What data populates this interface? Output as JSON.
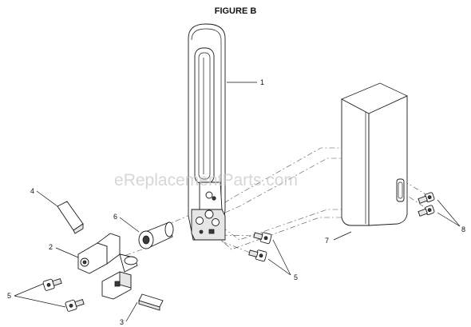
{
  "figure": {
    "title": "FIGURE B"
  },
  "watermark": "eReplacementParts.com",
  "callouts": {
    "c1": "1",
    "c2": "2",
    "c3": "3",
    "c4": "4",
    "c5a": "5",
    "c5b": "5",
    "c6": "6",
    "c7": "7",
    "c8": "8"
  }
}
